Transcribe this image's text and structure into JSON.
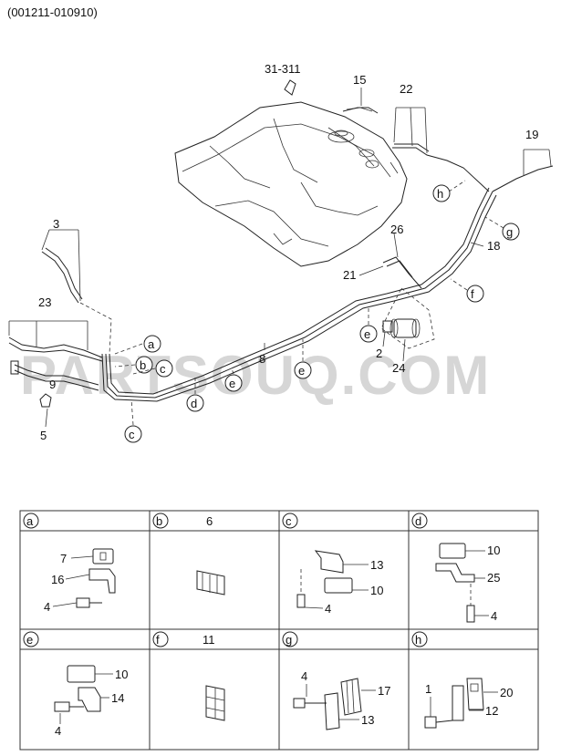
{
  "header": {
    "code": "(001211-010910)"
  },
  "watermark": "PARTSOUQ.COM",
  "callouts": {
    "n31": "31-311",
    "n15": "15",
    "n22": "22",
    "n19": "19",
    "n3": "3",
    "n23": "23",
    "n26": "26",
    "n21": "21",
    "n18": "18",
    "n8": "8",
    "n2": "2",
    "n24": "24",
    "n9": "9",
    "n5": "5"
  },
  "letters": {
    "a": "a",
    "b": "b",
    "c": "c",
    "d": "d",
    "e": "e",
    "f": "f",
    "g": "g",
    "h": "h"
  },
  "detail_panels": [
    {
      "letter": "a",
      "part": "",
      "labels": [
        "7",
        "16",
        "4"
      ]
    },
    {
      "letter": "b",
      "part": "6",
      "labels": []
    },
    {
      "letter": "c",
      "part": "",
      "labels": [
        "13",
        "10",
        "4"
      ]
    },
    {
      "letter": "d",
      "part": "",
      "labels": [
        "10",
        "25",
        "4"
      ]
    },
    {
      "letter": "e",
      "part": "",
      "labels": [
        "10",
        "14",
        "4"
      ]
    },
    {
      "letter": "f",
      "part": "11",
      "labels": []
    },
    {
      "letter": "g",
      "part": "",
      "labels": [
        "4",
        "17",
        "13"
      ]
    },
    {
      "letter": "h",
      "part": "",
      "labels": [
        "1",
        "20",
        "12"
      ]
    }
  ]
}
